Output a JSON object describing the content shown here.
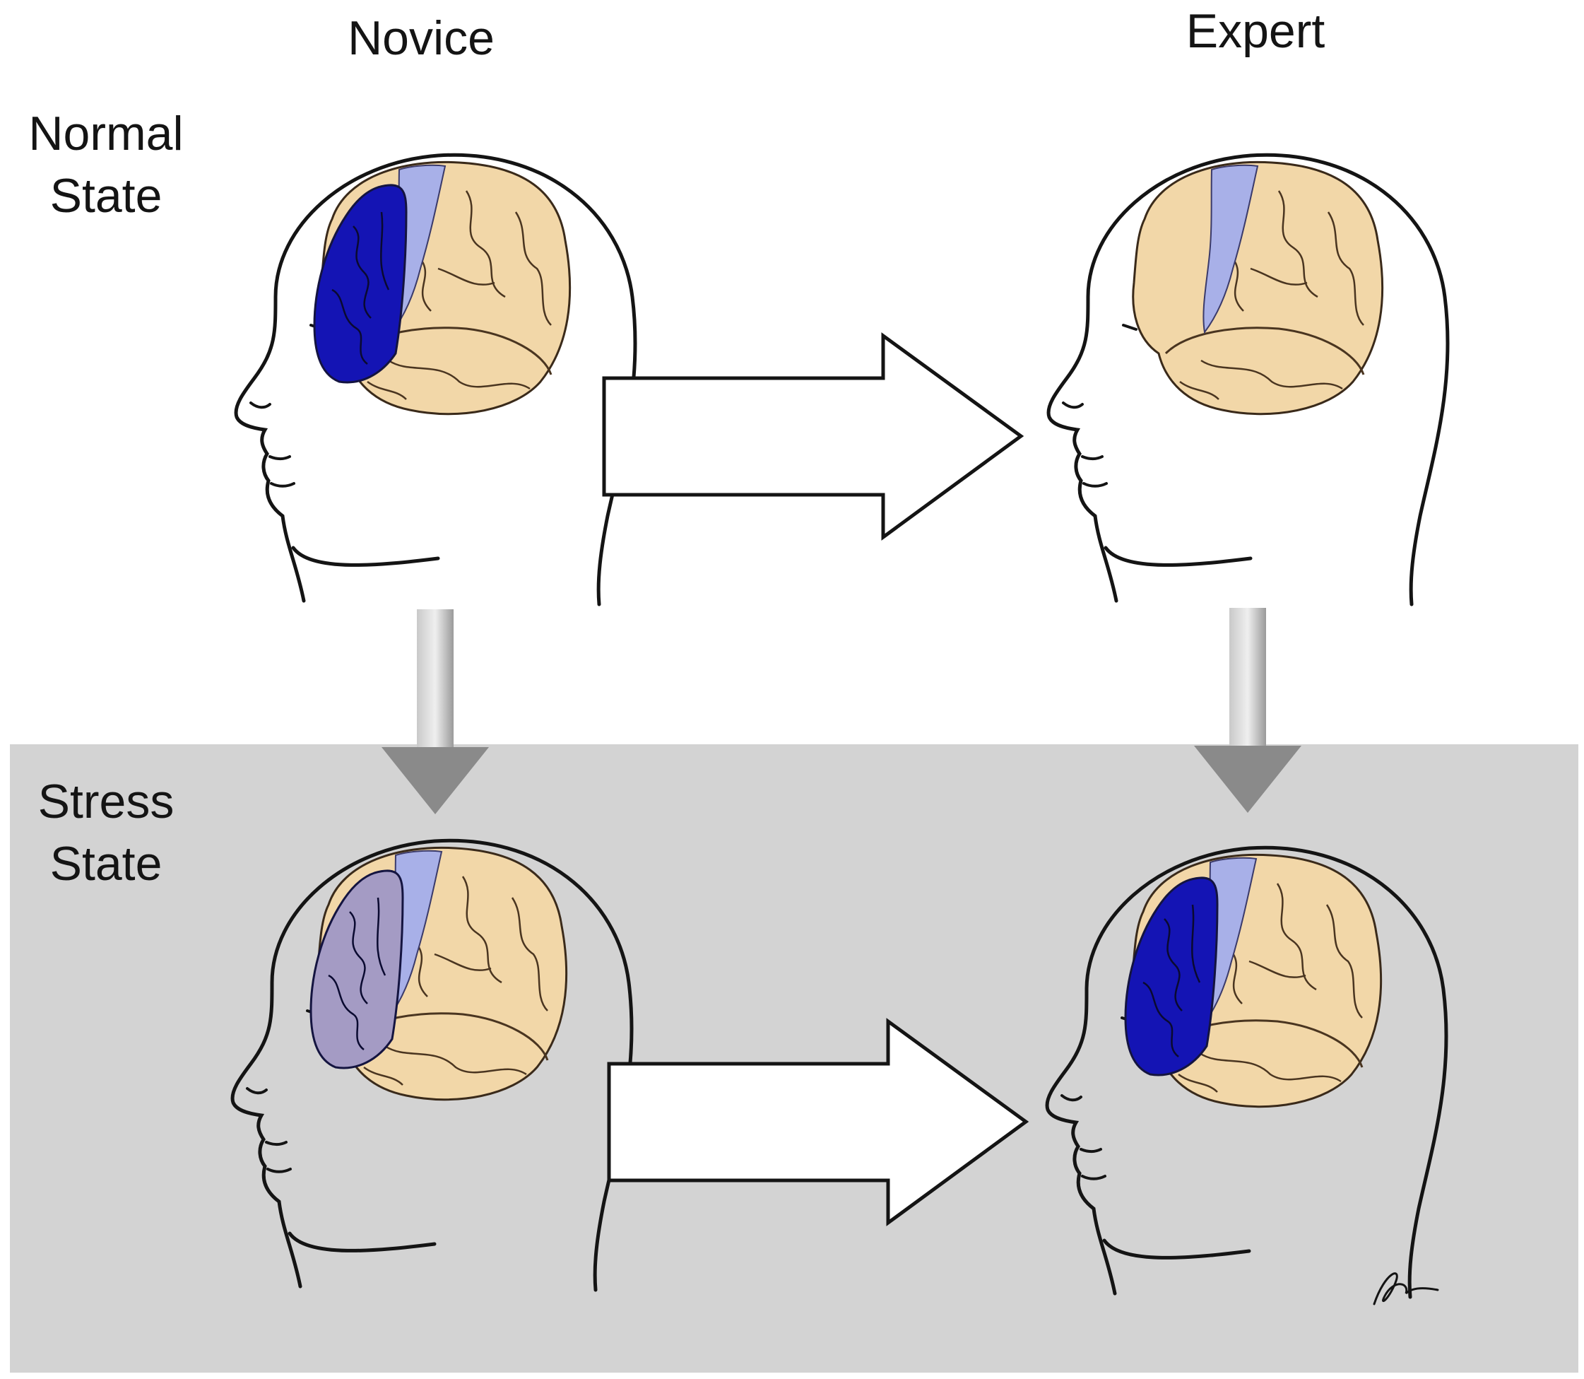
{
  "columns": {
    "novice": "Novice",
    "expert": "Expert"
  },
  "rows": {
    "normal": {
      "line1": "Normal",
      "line2": "State"
    },
    "stress": {
      "line1": "Stress",
      "line2": "State"
    }
  },
  "colors": {
    "stress_background": "#d3d3d3",
    "prefrontal_active": "#1414b4",
    "prefrontal_muted": "#a49bc4",
    "motor_strip": "#a8b0e8",
    "brain": "#f2d7a8",
    "outline": "#141414",
    "down_arrow": "#8a8a8a"
  },
  "icons": [
    "head-profile-icon",
    "brain-icon",
    "right-arrow-icon",
    "down-arrow-icon",
    "signature-mark-icon"
  ]
}
